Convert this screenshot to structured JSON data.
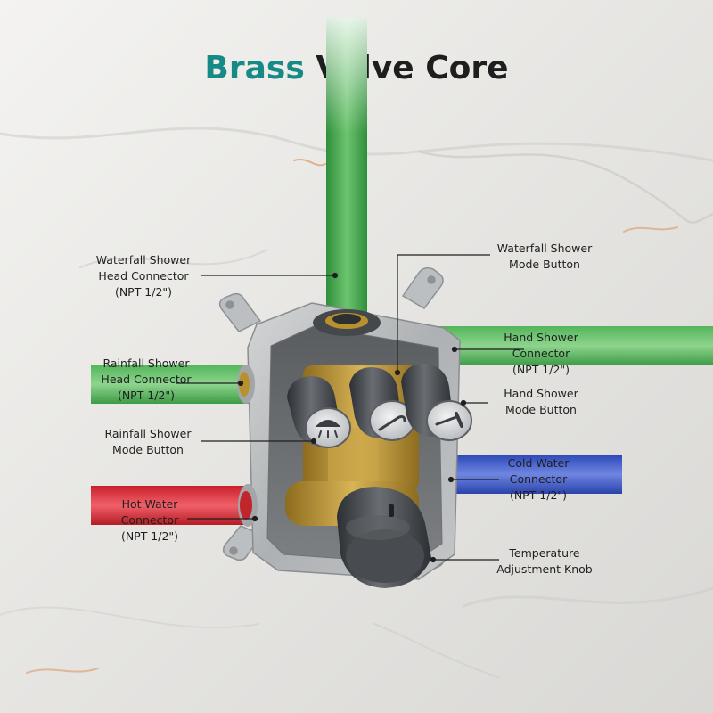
{
  "title": {
    "accent": "Brass",
    "rest": "Valve Core"
  },
  "colors": {
    "accent": "#168a86",
    "pipe_green": "#3fae49",
    "pipe_blue": "#2f4fc4",
    "pipe_red": "#d7262b",
    "box_metal": "#b9bcbe",
    "brass": "#b8912e",
    "handle_dark": "#3a3d41"
  },
  "labels": {
    "waterfall_head": [
      "Waterfall Shower",
      "Head Connector",
      "(NPT 1/2\")"
    ],
    "waterfall_button": [
      "Waterfall Shower",
      "Mode Button"
    ],
    "rainfall_head": [
      "Rainfall Shower",
      "Head Connector",
      "(NPT 1/2\")"
    ],
    "hand_connector": [
      "Hand Shower",
      "Connector",
      "(NPT 1/2\")"
    ],
    "hand_button": [
      "Hand Shower",
      "Mode Button"
    ],
    "rainfall_button": [
      "Rainfall Shower",
      "Mode Button"
    ],
    "cold_water": [
      "Cold Water",
      "Connector",
      "(NPT 1/2\")"
    ],
    "hot_water": [
      "Hot Water",
      "Connector",
      "(NPT 1/2\")"
    ],
    "temperature_knob": [
      "Temperature",
      "Adjustment Knob"
    ]
  },
  "icons": [
    "rain-shower-icon",
    "waterfall-spout-icon",
    "hand-shower-icon"
  ]
}
